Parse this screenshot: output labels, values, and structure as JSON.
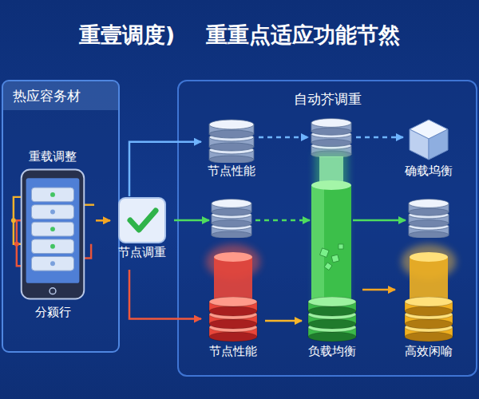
{
  "diagram": {
    "title": "重壹调度) 重重点适应功能节然",
    "nodes": [
      {
        "text": [
          "热应容务材"
        ]
      },
      {
        "text": [
          "重载调整",
          "分颍行"
        ],
        "in": 0
      },
      {
        "text": [
          "节点调重"
        ]
      },
      {
        "text": [
          "自动芥调重"
        ]
      },
      {
        "text": [
          "节点性能"
        ],
        "in": 3
      },
      {
        "text": [
          "确载坞衡"
        ],
        "in": 3
      },
      {
        "text": [
          "节点性能"
        ],
        "in": 3
      },
      {
        "text": [
          "负载均衡"
        ],
        "in": 3
      },
      {
        "text": [
          "高效闲喻"
        ],
        "in": 3
      }
    ],
    "edges": [
      {
        "from": 1,
        "to": 2,
        "arrow": "to"
      },
      {
        "from": 2,
        "to": 4,
        "arrow": "to"
      },
      {
        "from": 2,
        "to": 6,
        "arrow": "to"
      },
      {
        "from": 6,
        "to": 7,
        "arrow": "to"
      },
      {
        "from": 7,
        "to": 8,
        "arrow": "to"
      }
    ]
  }
}
